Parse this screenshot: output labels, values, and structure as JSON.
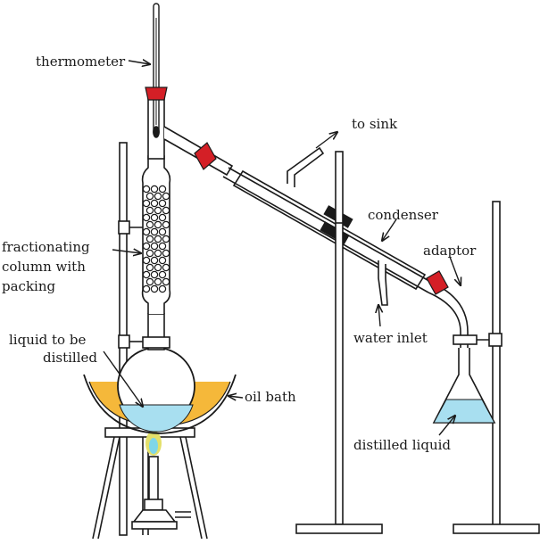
{
  "labels": {
    "thermometer": "thermometer",
    "to_sink": "to sink",
    "condenser": "condenser",
    "adaptor": "adaptor",
    "fractionating_line1": "fractionating",
    "fractionating_line2": "column with",
    "fractionating_line3": "packing",
    "water_inlet": "water inlet",
    "liquid_line1": "liquid to be",
    "liquid_line2": "distilled",
    "oil_bath": "oil bath",
    "distilled_liquid": "distilled liquid"
  },
  "colors": {
    "glass_outline": "#1a1a1a",
    "stopper": "#d41f26",
    "oil": "#f5b83a",
    "liquid": "#a8dff0",
    "flame_inner": "#7fd6e8",
    "flame_outer": "#e3e06a"
  }
}
